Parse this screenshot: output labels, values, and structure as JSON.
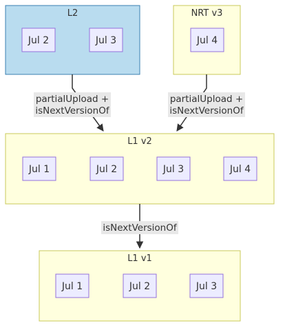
{
  "colors": {
    "cluster_blue_fill": "#b9dcef",
    "cluster_blue_stroke": "#3a7fb0",
    "cluster_yellow_fill": "#ffffde",
    "cluster_yellow_stroke": "#c8c85a",
    "node_fill": "#ececff",
    "node_stroke": "#9370db",
    "edge": "#333333",
    "edge_label_bg": "#e8e8e8"
  },
  "clusters": {
    "l2": {
      "title": "L2",
      "nodes": [
        "Jul 2",
        "Jul 3"
      ]
    },
    "nrt_v3": {
      "title": "NRT v3",
      "nodes": [
        "Jul 4"
      ]
    },
    "l1_v2": {
      "title": "L1 v2",
      "nodes": [
        "Jul 1",
        "Jul 2",
        "Jul 3",
        "Jul 4"
      ]
    },
    "l1_v1": {
      "title": "L1 v1",
      "nodes": [
        "Jul 1",
        "Jul 2",
        "Jul 3"
      ]
    }
  },
  "edges": {
    "l2_to_l1v2": {
      "from": "L2",
      "to": "L1 v2",
      "label_line1": "partialUpload +",
      "label_line2": "isNextVersionOf"
    },
    "nrt_to_l1v2": {
      "from": "NRT v3",
      "to": "L1 v2",
      "label_line1": "partialUpload +",
      "label_line2": "isNextVersionOf"
    },
    "l1v2_to_l1v1": {
      "from": "L1 v2",
      "to": "L1 v1",
      "label_line1": "isNextVersionOf"
    }
  }
}
